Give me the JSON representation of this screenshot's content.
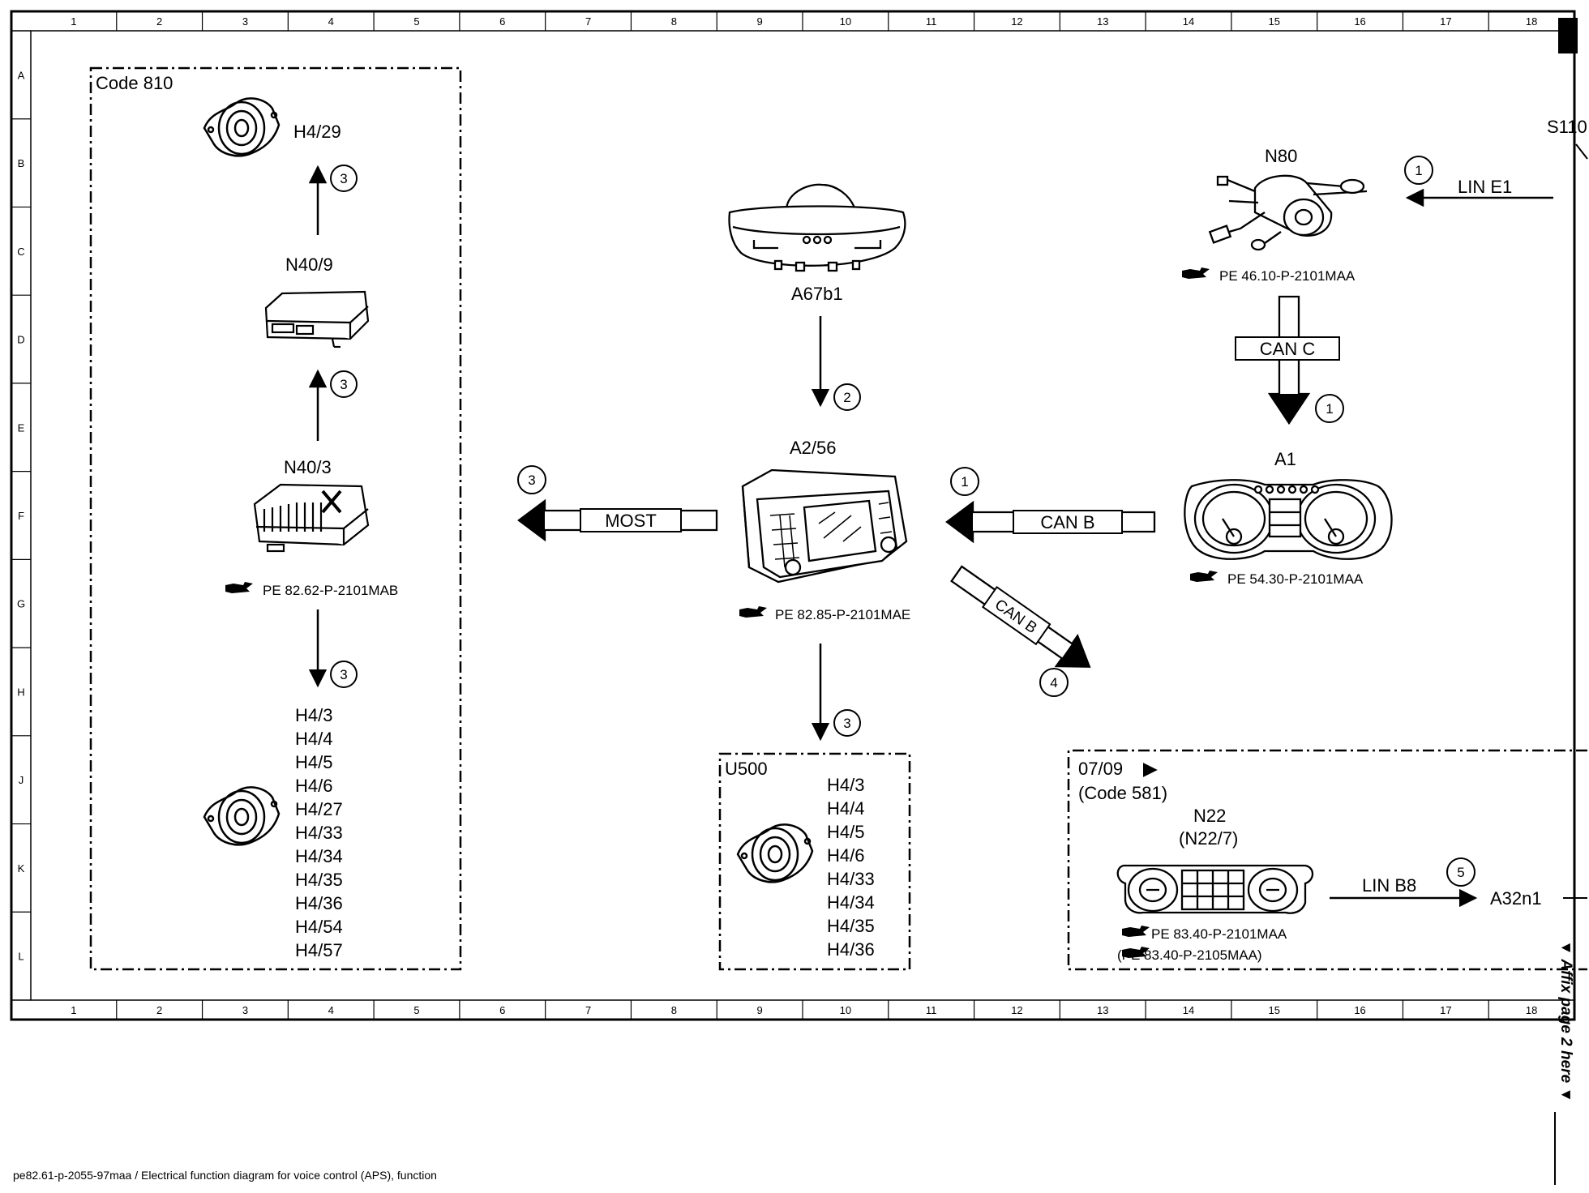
{
  "grid": {
    "columns": [
      "1",
      "2",
      "3",
      "4",
      "5",
      "6",
      "7",
      "8",
      "9",
      "10",
      "11",
      "12",
      "13",
      "14",
      "15",
      "16",
      "17",
      "18"
    ],
    "rows": [
      "A",
      "B",
      "C",
      "D",
      "E",
      "F",
      "G",
      "H",
      "J",
      "K",
      "L"
    ]
  },
  "groups": {
    "code810": {
      "label": "Code 810"
    },
    "u500": {
      "label": "U500"
    },
    "code581": {
      "date_label": "07/09",
      "label": "(Code 581)"
    }
  },
  "components": {
    "h4_29": {
      "label": "H4/29"
    },
    "n40_9": {
      "label": "N40/9"
    },
    "n40_3": {
      "label": "N40/3",
      "ref": "PE 82.62-P-2101MAB"
    },
    "speakers_left": {
      "labels": [
        "H4/3",
        "H4/4",
        "H4/5",
        "H4/6",
        "H4/27",
        "H4/33",
        "H4/34",
        "H4/35",
        "H4/36",
        "H4/54",
        "H4/57"
      ]
    },
    "a67b1": {
      "label": "A67b1"
    },
    "a2_56": {
      "label": "A2/56",
      "ref": "PE 82.85-P-2101MAE"
    },
    "speakers_u500": {
      "labels": [
        "H4/3",
        "H4/4",
        "H4/5",
        "H4/6",
        "H4/33",
        "H4/34",
        "H4/35",
        "H4/36"
      ]
    },
    "n80": {
      "label": "N80",
      "ref": "PE 46.10-P-2101MAA"
    },
    "a1": {
      "label": "A1",
      "ref": "PE 54.30-P-2101MAA"
    },
    "n22": {
      "label": "N22",
      "alt_label": "(N22/7)",
      "ref1": "PE 83.40-P-2101MAA",
      "ref2": "(PE 83.40-P-2105MAA)"
    },
    "a32n1": {
      "label": "A32n1"
    },
    "s110": {
      "label": "S110"
    }
  },
  "connections": {
    "most": {
      "label": "MOST",
      "num": "3"
    },
    "can_b_in": {
      "label": "CAN B",
      "num": "1"
    },
    "can_b_out": {
      "label": "CAN B",
      "num": "4"
    },
    "can_c": {
      "label": "CAN C",
      "num": "1"
    },
    "lin_e1": {
      "label": "LIN E1",
      "num": "1"
    },
    "lin_b8": {
      "label": "LIN B8",
      "num": "5"
    },
    "a67_to_a2": {
      "num": "2"
    },
    "a2_to_u500": {
      "num": "3"
    },
    "n40_9_to_h4_29": {
      "num": "3"
    },
    "n40_3_to_n40_9": {
      "num": "3"
    },
    "n40_3_to_speakers": {
      "num": "3"
    }
  },
  "side_note": "▼ Affix page 2 here ▼",
  "caption": "pe82.61-p-2055-97maa / Electrical function diagram for voice control (APS), function"
}
